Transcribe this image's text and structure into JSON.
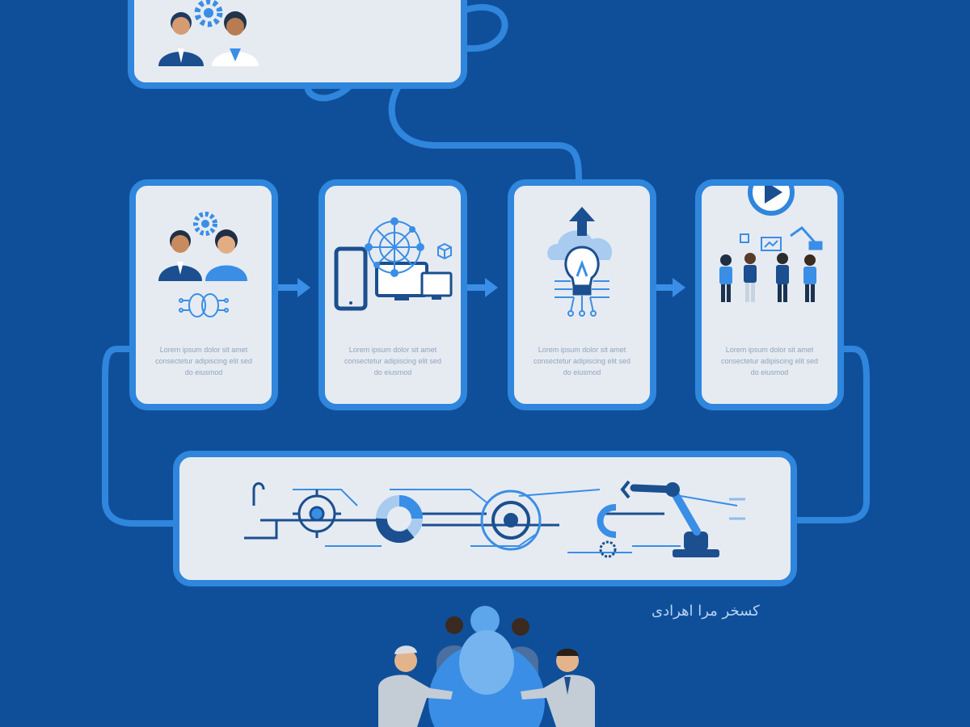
{
  "colors": {
    "background": "#0f4f9a",
    "panel": "#e6ebf2",
    "border": "#2f86dc",
    "icon_dark": "#1b4f8f",
    "icon_light": "#3a8ee6"
  },
  "cards": [
    {
      "text": "Lorem ipsum dolor sit amet consectetur adipiscing elit sed do eiusmod",
      "icons": [
        "gear-icon",
        "team-icon",
        "brain-icon"
      ]
    },
    {
      "text": "Lorem ipsum dolor sit amet consectetur adipiscing elit sed do eiusmod",
      "icons": [
        "devices-icon",
        "network-icon",
        "cube-icon"
      ]
    },
    {
      "text": "Lorem ipsum dolor sit amet consectetur adipiscing elit sed do eiusmod",
      "icons": [
        "cloud-upload-icon",
        "lightbulb-chip-icon"
      ]
    },
    {
      "text": "Lorem ipsum dolor sit amet consectetur adipiscing elit sed do eiusmod",
      "icons": [
        "play-icon",
        "people-group-icon",
        "robot-arm-icon"
      ]
    }
  ],
  "bottom_caption": "کسخر مرا اهرادی"
}
